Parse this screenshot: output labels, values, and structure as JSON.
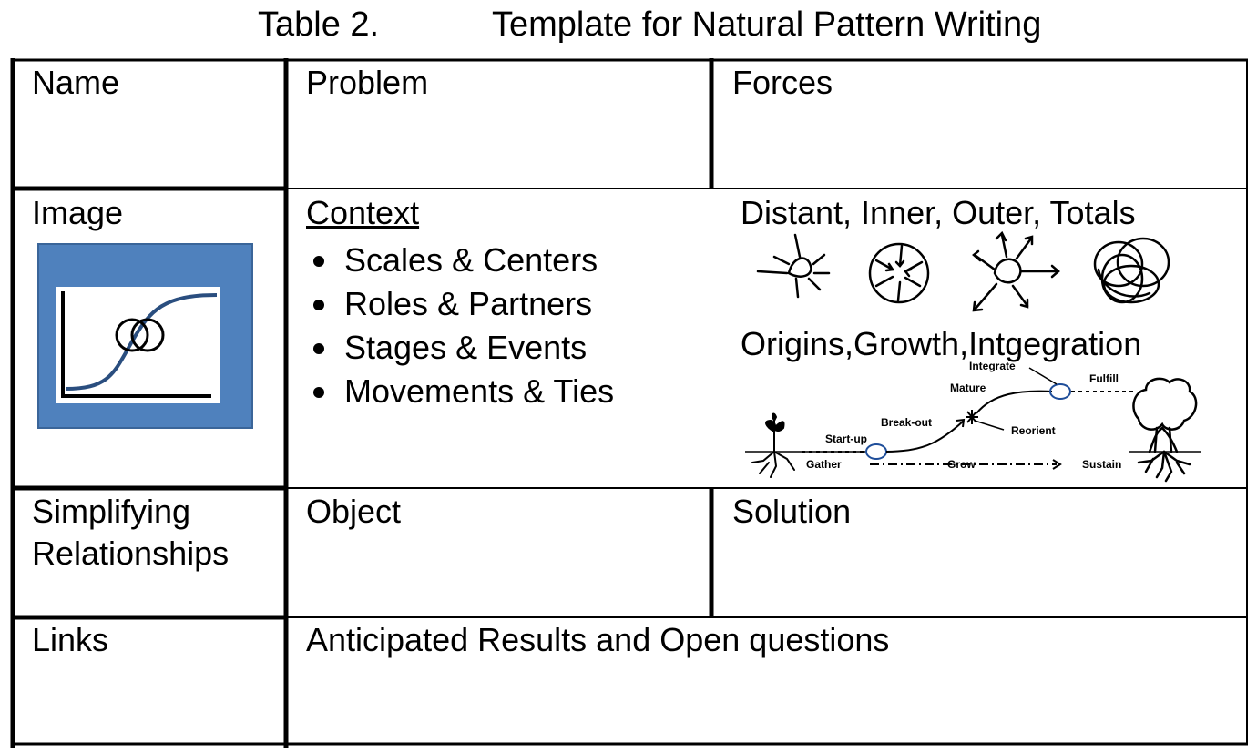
{
  "title": {
    "table_number": "Table 2.",
    "text": "Template for Natural Pattern Writing"
  },
  "cells": {
    "name": "Name",
    "problem": "Problem",
    "forces": "Forces",
    "image": "Image",
    "context": {
      "heading": "Context",
      "bullets": [
        "Scales & Centers",
        "Roles & Partners",
        "Stages & Events",
        "Movements & Ties"
      ]
    },
    "forces_diagram": {
      "heading1": "Distant, Inner, Outer, Totals",
      "heading2": "Origins,Growth,Intgegration",
      "labels": {
        "integrate": "Integrate",
        "fulfill": "Fulfill",
        "mature": "Mature",
        "break_out": "Break-out",
        "reorient": "Reorient",
        "start_up": "Start-up",
        "gather": "Gather",
        "grow": "Grow",
        "sustain": "Sustain"
      }
    },
    "simplifying": [
      "Simplifying",
      "Relationships"
    ],
    "object": "Object",
    "solution": "Solution",
    "links": "Links",
    "anticipated": "Anticipated Results and Open questions"
  },
  "colors": {
    "image_panel": "#4f81bd",
    "curve": "#2a4e7f",
    "highlight_circle": "#1f4e9a"
  },
  "icons": [
    "distant-icon",
    "inner-icon",
    "outer-icon",
    "totals-icon",
    "seedling-icon",
    "tree-icon",
    "sigmoid-curve-icon"
  ]
}
